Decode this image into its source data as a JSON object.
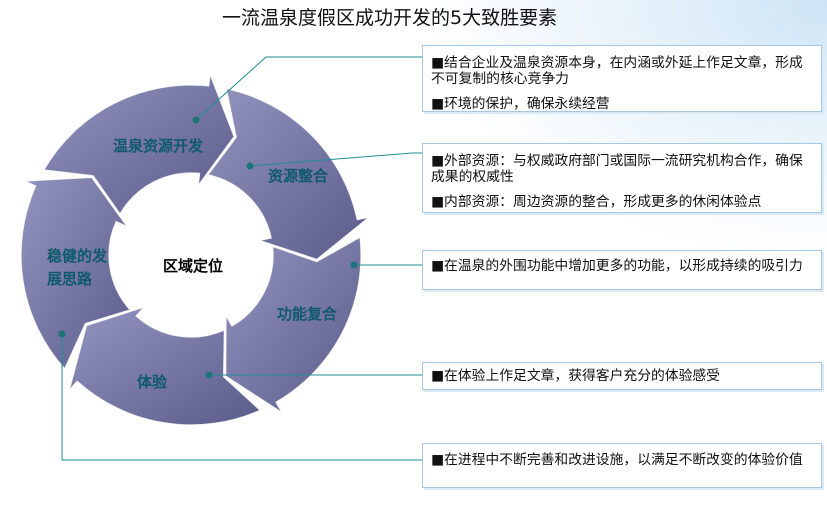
{
  "title": "一流温泉度假区成功开发的5大致胜要素",
  "center_label": "区域定位",
  "arrows": [
    {
      "label": "温泉资源开发"
    },
    {
      "label": "资源整合"
    },
    {
      "label": "功能复合"
    },
    {
      "label": "体验"
    },
    {
      "label": "稳健的发展思路"
    }
  ],
  "boxes": [
    {
      "lines": [
        "■结合企业及温泉资源本身，在内涵或外延上作足文章，形成不可复制的核心竞争力",
        "■环境的保护，确保永续经营"
      ]
    },
    {
      "lines": [
        "■外部资源：与权威政府部门或国际一流研究机构合作，确保成果的权威性",
        "■内部资源：周边资源的整合，形成更多的休闲体验点"
      ]
    },
    {
      "lines": [
        "■在温泉的外围功能中增加更多的功能，以形成持续的吸引力"
      ]
    },
    {
      "lines": [
        "■在体验上作足文章，获得客户充分的体验感受"
      ]
    },
    {
      "lines": [
        "■在进程中不断完善和改进设施，以满足不断改变的体验价值"
      ]
    }
  ],
  "colors": {
    "arrow_light": "#9494bf",
    "arrow_dark": "#5b5b8b",
    "label": "#0f5a6a",
    "connector": "#1f8f92",
    "dot": "#1d7378",
    "box_border": "#a7c8e4"
  }
}
